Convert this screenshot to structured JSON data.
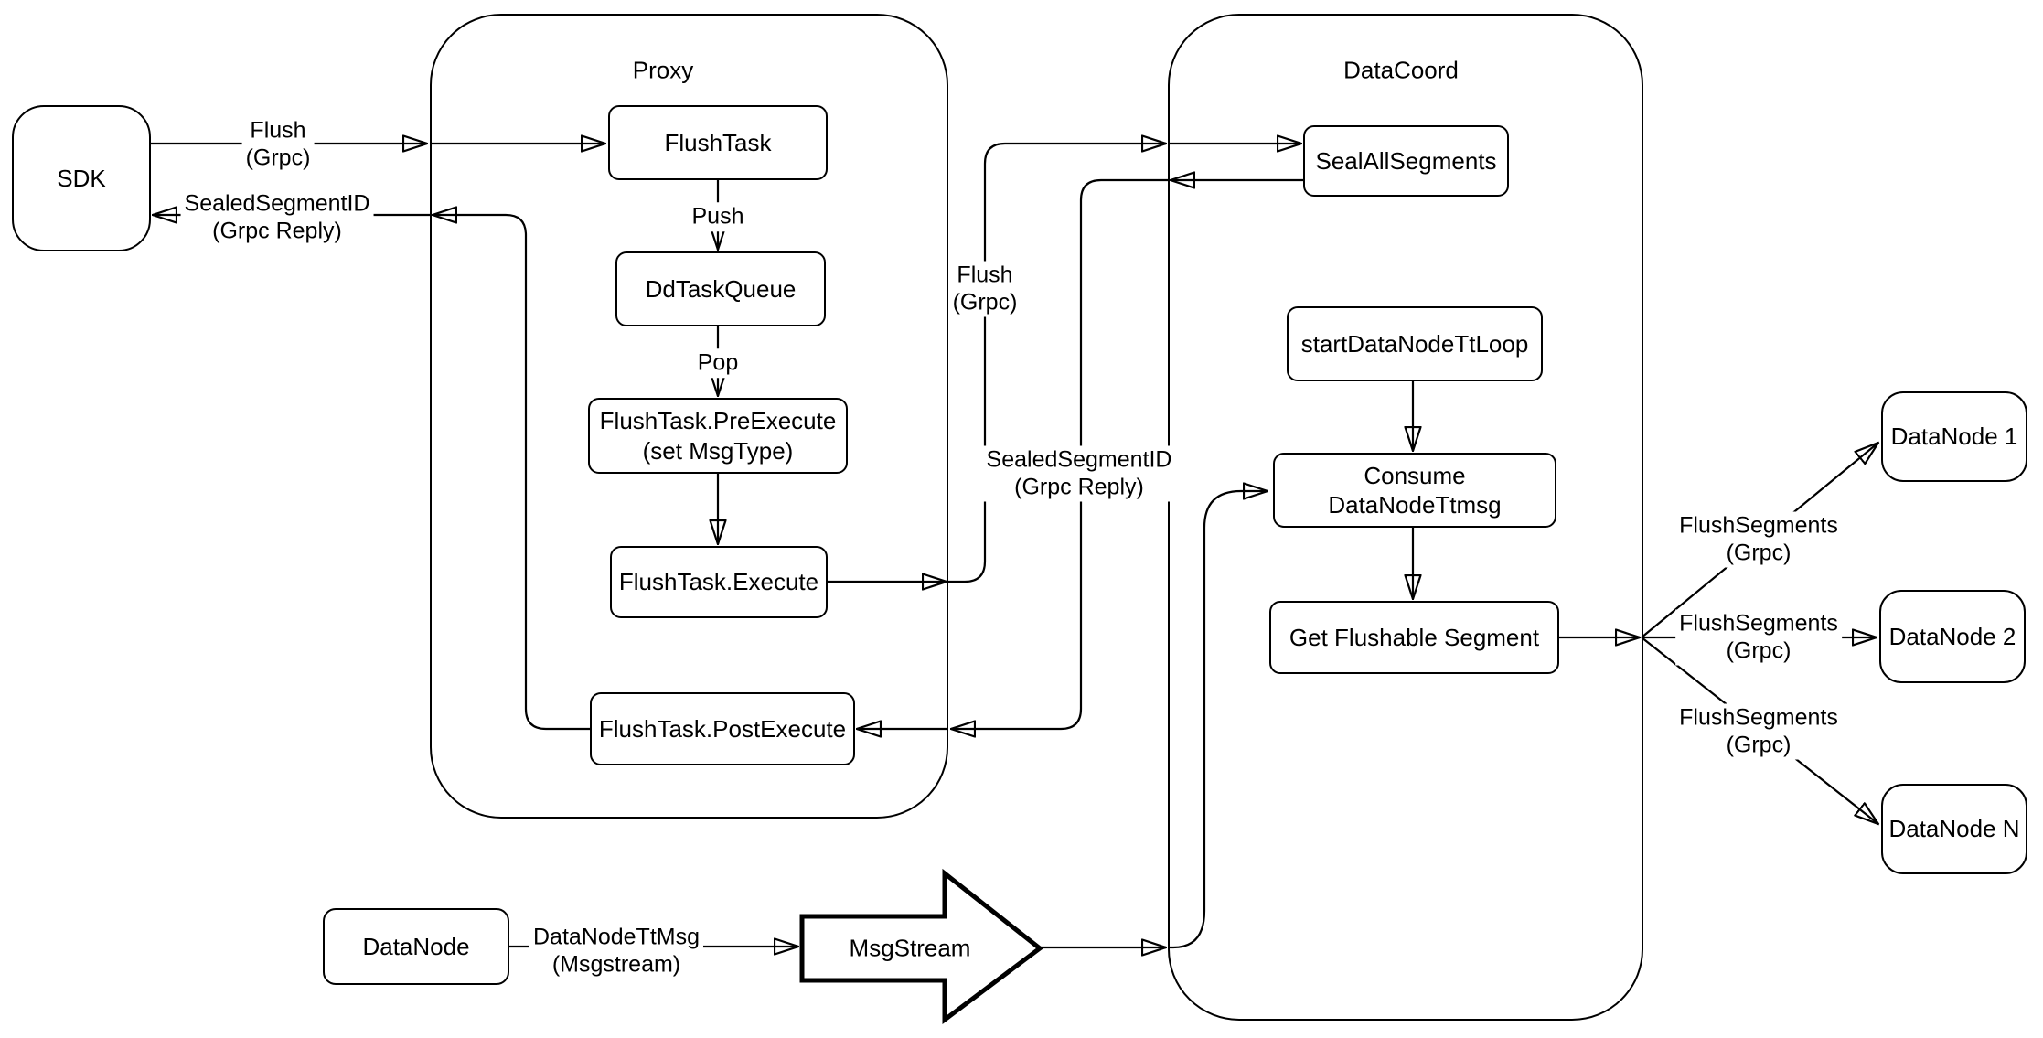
{
  "diagram": {
    "colors": {
      "stroke": "#000000",
      "background": "#ffffff"
    },
    "containers": {
      "proxy": {
        "title": "Proxy"
      },
      "datacoord": {
        "title": "DataCoord"
      }
    },
    "nodes": {
      "sdk": "SDK",
      "flush_task": "FlushTask",
      "dd_task_queue": "DdTaskQueue",
      "pre_execute": "FlushTask.PreExecute\n(set MsgType)",
      "execute": "FlushTask.Execute",
      "post_execute": "FlushTask.PostExecute",
      "seal_all_segments": "SealAllSegments",
      "start_datanode_tt_loop": "startDataNodeTtLoop",
      "consume_datanode_ttmsg": "Consume DataNodeTtmsg",
      "get_flushable_segment": "Get Flushable Segment",
      "datanode_1": "DataNode 1",
      "datanode_2": "DataNode 2",
      "datanode_n": "DataNode N",
      "datanode": "DataNode",
      "msgstream": "MsgStream"
    },
    "edge_labels": {
      "flush_grpc_sdk": "Flush\n(Grpc)",
      "sealed_segment_id_sdk": "SealedSegmentID\n(Grpc Reply)",
      "push": "Push",
      "pop": "Pop",
      "flush_grpc_datacoord": "Flush\n(Grpc)",
      "sealed_segment_id_datacoord": "SealedSegmentID\n(Grpc Reply)",
      "flush_segments_1": "FlushSegments\n(Grpc)",
      "flush_segments_2": "FlushSegments\n(Grpc)",
      "flush_segments_n": "FlushSegments\n(Grpc)",
      "datanode_ttmsg": "DataNodeTtMsg\n(Msgstream)"
    }
  }
}
